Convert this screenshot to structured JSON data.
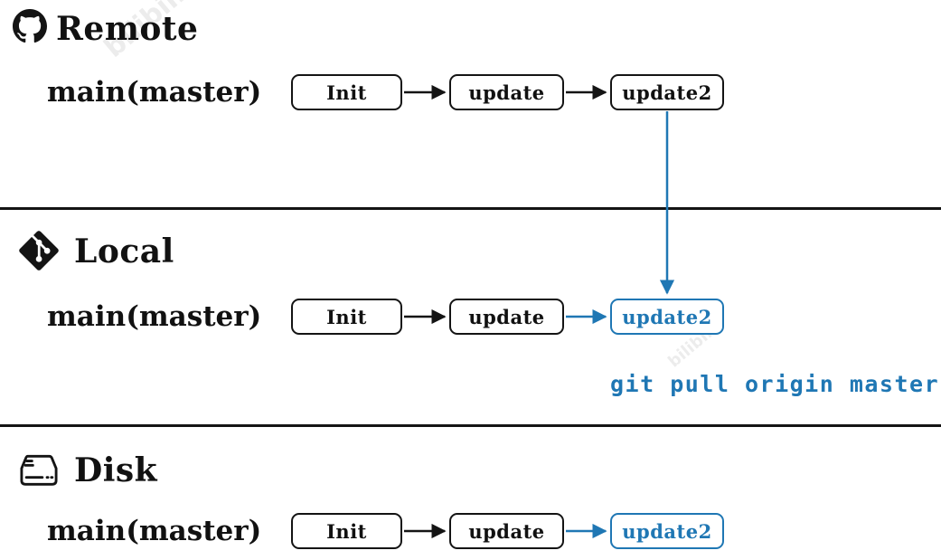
{
  "colors": {
    "accent_blue": "#1f77b4",
    "ink": "#141414",
    "background": "#ffffff"
  },
  "watermark": {
    "text": "bilibili"
  },
  "remote": {
    "title": "Remote",
    "icon": "github-octocat",
    "branch": "main(master)",
    "nodes": [
      "Init",
      "update",
      "update2"
    ]
  },
  "local": {
    "title": "Local",
    "icon": "git-logo",
    "branch": "main(master)",
    "nodes": [
      "Init",
      "update",
      "update2"
    ],
    "command": "git pull origin master"
  },
  "disk": {
    "title": "Disk",
    "icon": "hard-drive",
    "branch": "main(master)",
    "nodes": [
      "Init",
      "update",
      "update2"
    ]
  }
}
